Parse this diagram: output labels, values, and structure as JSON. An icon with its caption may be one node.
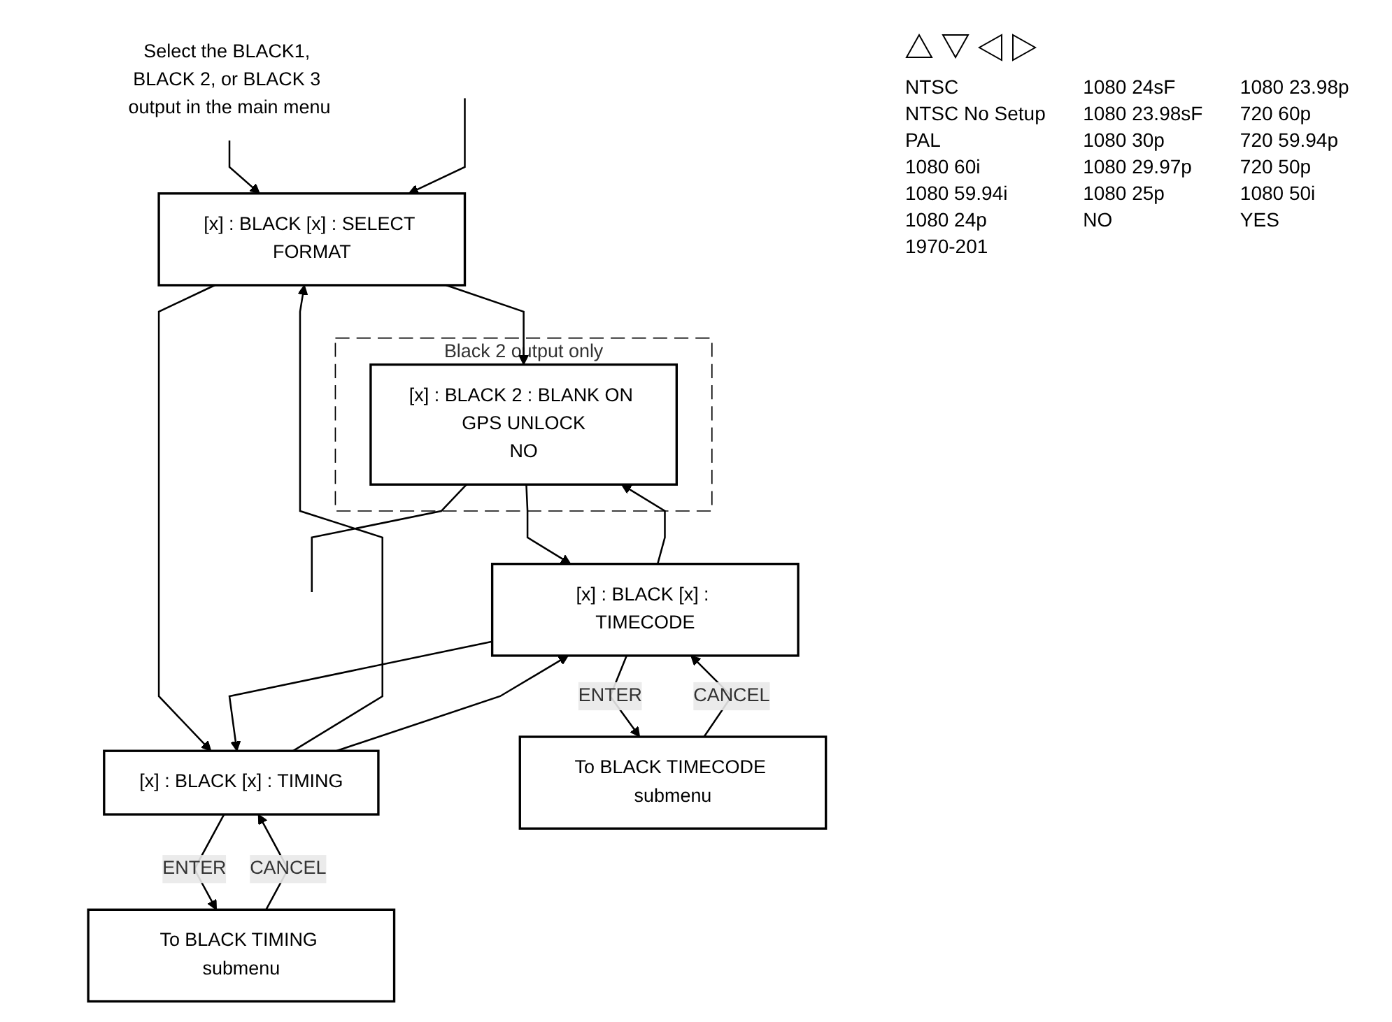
{
  "diagram": {
    "nodes": [
      {
        "text": [
          "Select the BLACK1, BLACK 2, or BLACK 3 output in the main menu"
        ]
      },
      {
        "text": [
          "[x] : BLACK [x] : SELECT FORMAT"
        ]
      },
      {
        "text": [
          "[x] : BLACK [x] : TIMING"
        ]
      },
      {
        "text": [
          "To BLACK TIMING submenu"
        ]
      },
      {
        "text": [
          "[x] : BLACK [x] : TIMECODE"
        ]
      },
      {
        "text": [
          "To BLACK TIMECODE submenu"
        ]
      },
      {
        "text": [
          "Black 2 output only"
        ]
      },
      {
        "text": [
          "[x] : BLACK 2 : BLANK ON GPS UNLOCK",
          "NO"
        ],
        "in": 6
      }
    ],
    "edges": [
      {
        "from": 0,
        "to": 1,
        "arrow": "to"
      },
      {
        "from": null,
        "to": 1,
        "arrow": "to"
      },
      {
        "from": 1,
        "to": 7,
        "arrow": "to"
      },
      {
        "from": 1,
        "to": 2,
        "arrow": "to"
      },
      {
        "from": 2,
        "to": 1,
        "arrow": "to"
      },
      {
        "from": 2,
        "to": 3,
        "arrow": "to",
        "label": "ENTER"
      },
      {
        "from": 3,
        "to": 2,
        "arrow": "to",
        "label": "CANCEL"
      },
      {
        "from": 2,
        "to": 4,
        "arrow": "to"
      },
      {
        "from": 4,
        "to": 2,
        "arrow": "to"
      },
      {
        "from": 4,
        "to": 5,
        "arrow": "to",
        "label": "ENTER"
      },
      {
        "from": 5,
        "to": 4,
        "arrow": "to",
        "label": "CANCEL"
      },
      {
        "from": 4,
        "to": 7,
        "arrow": "to"
      },
      {
        "from": 7,
        "to": 4,
        "arrow": "to"
      },
      {
        "from": 7,
        "to": null,
        "arrow": "none"
      }
    ],
    "labels": [
      "NTSC",
      "1080 24sF",
      "1080 23.98p",
      "NTSC No Setup",
      "1080 23.98sF",
      "720 60p",
      "PAL",
      "1080 30p",
      "720 59.94p",
      "1080 60i",
      "1080 29.97p",
      "720 50p",
      "1080 59.94i",
      "1080 25p",
      "1080 50i",
      "1080 24p",
      "NO",
      "YES",
      "1970-201"
    ]
  }
}
